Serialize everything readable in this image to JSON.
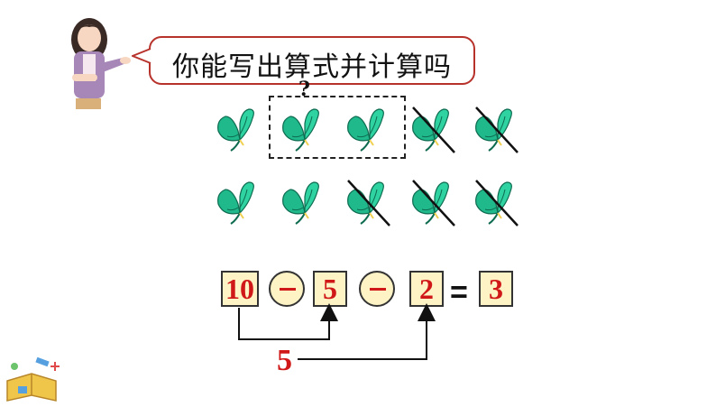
{
  "bubble": {
    "text": "你能写出算式并计算吗"
  },
  "question_mark": "?",
  "butterflies": {
    "row1": [
      false,
      false,
      false,
      true,
      true
    ],
    "row2": [
      false,
      false,
      true,
      true,
      true
    ]
  },
  "equation": {
    "first": "10",
    "second": "5",
    "third": "2",
    "equals": "=",
    "result": "3"
  },
  "bracket_label": "5",
  "colors": {
    "accent_red": "#d01818",
    "box_fill": "#fdf3c4",
    "butterfly_green": "#1fb98c"
  }
}
